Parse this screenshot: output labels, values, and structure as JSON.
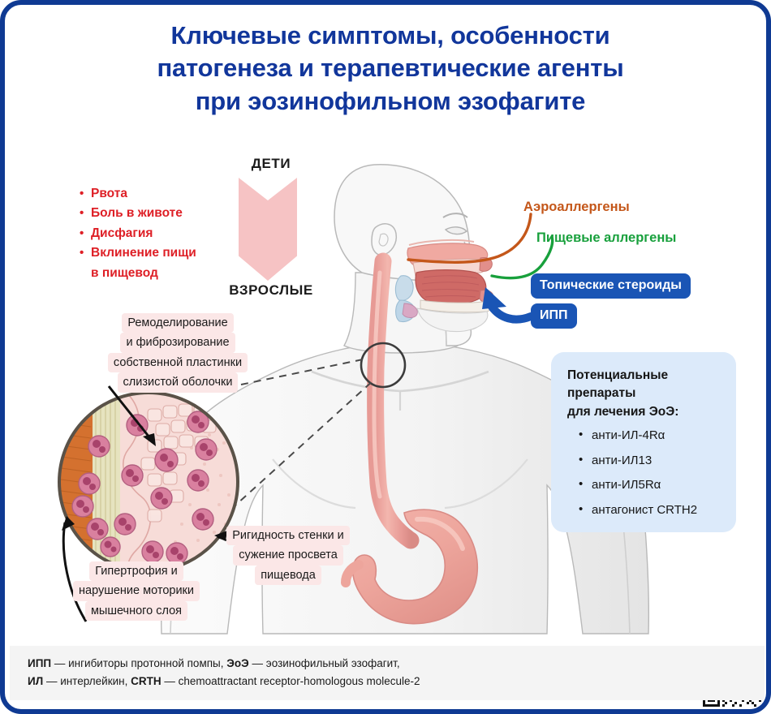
{
  "poster": {
    "title_lines": [
      "Ключевые симптомы, особенности",
      "патогенеза и терапевтические агенты",
      "при эозинофильном эзофагите"
    ],
    "border_color": "#0F3A93",
    "title_color": "#11369B"
  },
  "symptoms": {
    "color": "#DE1F26",
    "items": [
      "Рвота",
      "Боль в животе",
      "Дисфагия",
      "Вклинение пищи"
    ],
    "continuation": "в пищевод"
  },
  "age_arrow": {
    "top_label": "ДЕТИ",
    "bottom_label": "ВЗРОСЛЫЕ",
    "color": "#F6C3C4"
  },
  "allergens": {
    "aeroallergens": {
      "label": "Аэроаллергены",
      "color": "#C4571A"
    },
    "food": {
      "label": "Пищевые аллергены",
      "color": "#18A03C"
    }
  },
  "therapy_pills": {
    "color": "#1A55B5",
    "items": [
      "Топические стероиды",
      "ИПП"
    ]
  },
  "drug_box": {
    "background": "#DCEAFA",
    "heading_lines": [
      "Потенциальные",
      "препараты",
      "для лечения ЭоЭ:"
    ],
    "items": [
      "анти-ИЛ-4Rα",
      "анти-ИЛ13",
      "анти-ИЛ5Rα",
      "антагонист CRTH2"
    ]
  },
  "callouts": {
    "remodeling": [
      "Ремоделирование",
      "и фиброзирование",
      "собственной пластинки",
      "слизистой оболочки"
    ],
    "rigidity": [
      "Ригидность стенки и",
      "сужение просвета",
      "пищевода"
    ],
    "hypertrophy": [
      "Гипертрофия и",
      "нарушение моторики",
      "мышечного слоя"
    ]
  },
  "footer": {
    "line1_bold_a": "ИПП",
    "line1_mid_a": " — ингибиторы протонной помпы, ",
    "line1_bold_b": "ЭоЭ",
    "line1_mid_b": " — эозинофильный эзофагит,",
    "line2_bold_a": "ИЛ",
    "line2_mid_a": " — интерлейкин, ",
    "line2_bold_b": "CRTH",
    "line2_mid_b": " — chemoattractant receptor-homologous molecule-2"
  },
  "icons": {
    "qr": "qr-code-icon"
  }
}
